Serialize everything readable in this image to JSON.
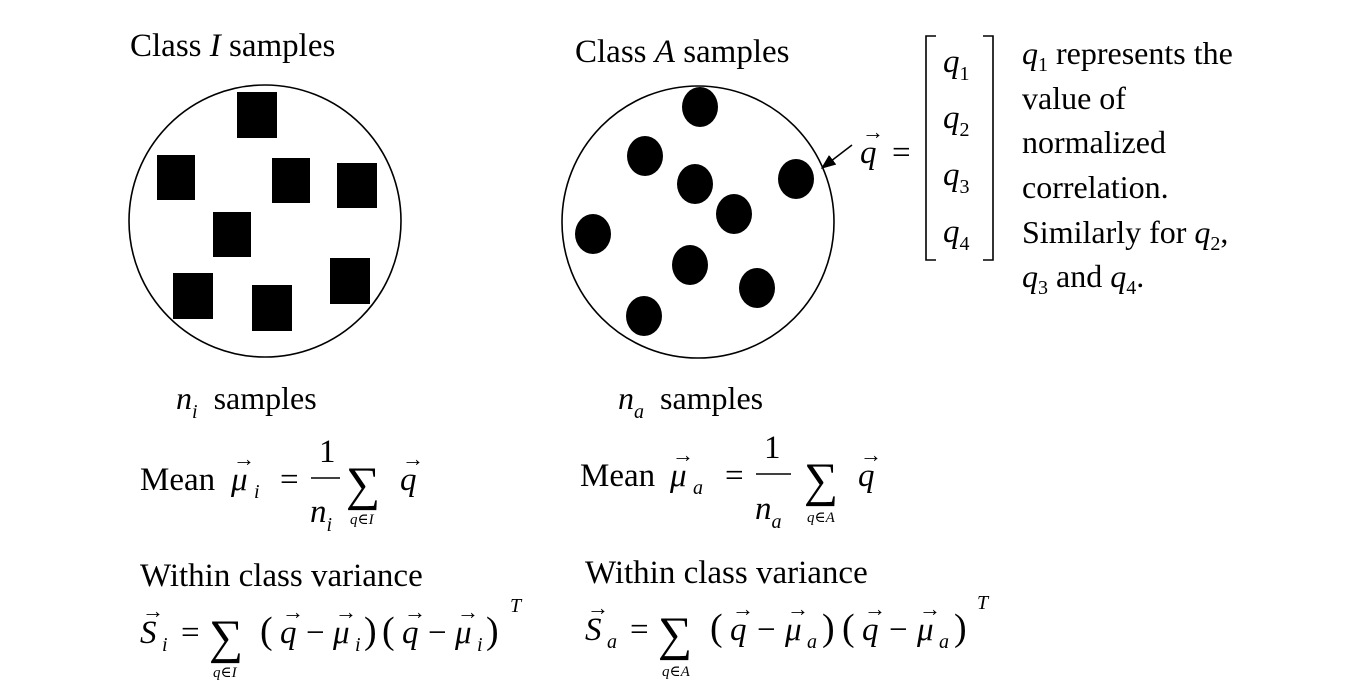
{
  "class_i": {
    "title_prefix": "Class ",
    "title_symbol": "I",
    "title_suffix": " samples",
    "count_symbol": "n",
    "count_subscript": "i",
    "count_label": "samples",
    "mean_label": "Mean",
    "mean_symbol": "μ",
    "mean_subscript": "i",
    "numerator": "1",
    "denominator_symbol": "n",
    "denominator_subscript": "i",
    "sum_index": "q∈I",
    "variance_label": "Within class variance",
    "variance_symbol": "S",
    "variance_subscript": "i",
    "transpose": "T"
  },
  "class_a": {
    "title_prefix": "Class ",
    "title_symbol": "A",
    "title_suffix": " samples",
    "count_symbol": "n",
    "count_subscript": "a",
    "count_label": "samples",
    "mean_label": "Mean",
    "mean_symbol": "μ",
    "mean_subscript": "a",
    "numerator": "1",
    "denominator_symbol": "n",
    "denominator_subscript": "a",
    "sum_index": "q∈A",
    "variance_label": "Within class variance",
    "variance_symbol": "S",
    "variance_subscript": "a",
    "transpose": "T"
  },
  "vector": {
    "symbol": "q",
    "equals": "=",
    "entries": [
      "1",
      "2",
      "3",
      "4"
    ]
  },
  "note": {
    "line1_symbol": "q",
    "line1_subscript": "1",
    "line1_text": "represents the",
    "line2": "value of",
    "line3": "normalized",
    "line4": "correlation.",
    "line5_text": "Similarly for",
    "line5_symbol": "q",
    "line5_subscript": "2",
    "line5_tail": ",",
    "line6_symbol_a": "q",
    "line6_subscript_a": "3",
    "line6_mid": "and",
    "line6_symbol_b": "q",
    "line6_subscript_b": "4",
    "line6_tail": "."
  },
  "symbols": {
    "minus": "−",
    "sum": "∑",
    "open_paren": "(",
    "close_paren": ")",
    "equals": "="
  },
  "colors": {
    "ink": "#000000",
    "background": "#ffffff"
  }
}
